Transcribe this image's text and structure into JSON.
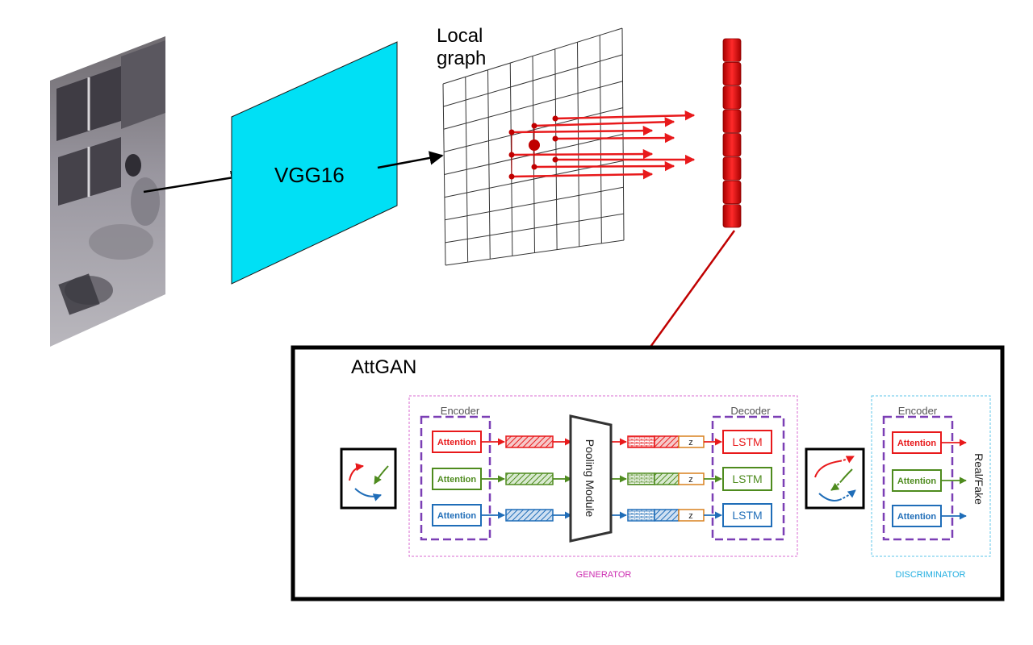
{
  "feature_extractor": {
    "label": "VGG16"
  },
  "local_graph": {
    "title_line1": "Local",
    "title_line2": "graph"
  },
  "attgan": {
    "title": "AttGAN",
    "generator": {
      "label": "GENERATOR",
      "encoder_label": "Encoder",
      "decoder_label": "Decoder",
      "pooling_label": "Pooling Module",
      "attention_labels": [
        "Attention",
        "Attention",
        "Attention"
      ],
      "z_labels": [
        "z",
        "z",
        "z"
      ],
      "lstm_labels": [
        "LSTM",
        "LSTM",
        "LSTM"
      ]
    },
    "discriminator": {
      "label": "DISCRIMINATOR",
      "encoder_label": "Encoder",
      "attention_labels": [
        "Attention",
        "Attention",
        "Attention"
      ],
      "output_label": "Real/Fake"
    }
  },
  "colors": {
    "vgg_fill": "#00E0F5",
    "red": "#E8191B",
    "dark_red": "#C00000",
    "green": "#4E8B1E",
    "blue": "#1F6DB8",
    "purple": "#7B3FB5",
    "generator_label": "#CC2BB0",
    "discriminator_label": "#22AEE0",
    "z_border": "#D9801E"
  }
}
